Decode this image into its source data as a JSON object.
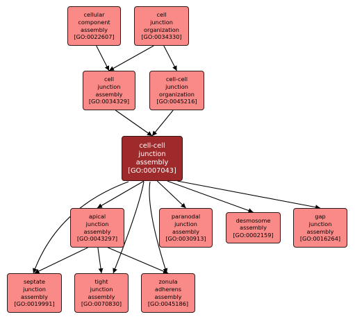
{
  "colors": {
    "node_fill": "#fa8a87",
    "focus_fill": "#9e2a2b",
    "edge": "#000000"
  },
  "nodes": [
    {
      "id": "GO:0022607",
      "label": "cellular\ncomponent\nassembly\n[GO:0022607]"
    },
    {
      "id": "GO:0034330",
      "label": "cell\njunction\norganization\n[GO:0034330]"
    },
    {
      "id": "GO:0034329",
      "label": "cell\njunction\nassembly\n[GO:0034329]"
    },
    {
      "id": "GO:0045216",
      "label": "cell-cell\njunction\norganization\n[GO:0045216]"
    },
    {
      "id": "GO:0007043",
      "label": "cell-cell\njunction\nassembly\n[GO:0007043]",
      "focus": true
    },
    {
      "id": "GO:0043297",
      "label": "apical\njunction\nassembly\n[GO:0043297]"
    },
    {
      "id": "GO:0030913",
      "label": "paranodal\njunction\nassembly\n[GO:0030913]"
    },
    {
      "id": "GO:0002159",
      "label": "desmosome\nassembly\n[GO:0002159]"
    },
    {
      "id": "GO:0016264",
      "label": "gap\njunction\nassembly\n[GO:0016264]"
    },
    {
      "id": "GO:0019991",
      "label": "septate\njunction\nassembly\n[GO:0019991]"
    },
    {
      "id": "GO:0070830",
      "label": "tight\njunction\nassembly\n[GO:0070830]"
    },
    {
      "id": "GO:0045186",
      "label": "zonula\nadherens\nassembly\n[GO:0045186]"
    }
  ],
  "edges": [
    {
      "from": "GO:0022607",
      "to": "GO:0034329"
    },
    {
      "from": "GO:0034330",
      "to": "GO:0034329"
    },
    {
      "from": "GO:0034330",
      "to": "GO:0045216"
    },
    {
      "from": "GO:0034329",
      "to": "GO:0007043"
    },
    {
      "from": "GO:0045216",
      "to": "GO:0007043"
    },
    {
      "from": "GO:0007043",
      "to": "GO:0043297"
    },
    {
      "from": "GO:0007043",
      "to": "GO:0030913"
    },
    {
      "from": "GO:0007043",
      "to": "GO:0002159"
    },
    {
      "from": "GO:0007043",
      "to": "GO:0016264"
    },
    {
      "from": "GO:0007043",
      "to": "GO:0019991"
    },
    {
      "from": "GO:0007043",
      "to": "GO:0070830"
    },
    {
      "from": "GO:0007043",
      "to": "GO:0045186"
    },
    {
      "from": "GO:0043297",
      "to": "GO:0019991"
    },
    {
      "from": "GO:0043297",
      "to": "GO:0070830"
    },
    {
      "from": "GO:0043297",
      "to": "GO:0045186"
    }
  ]
}
